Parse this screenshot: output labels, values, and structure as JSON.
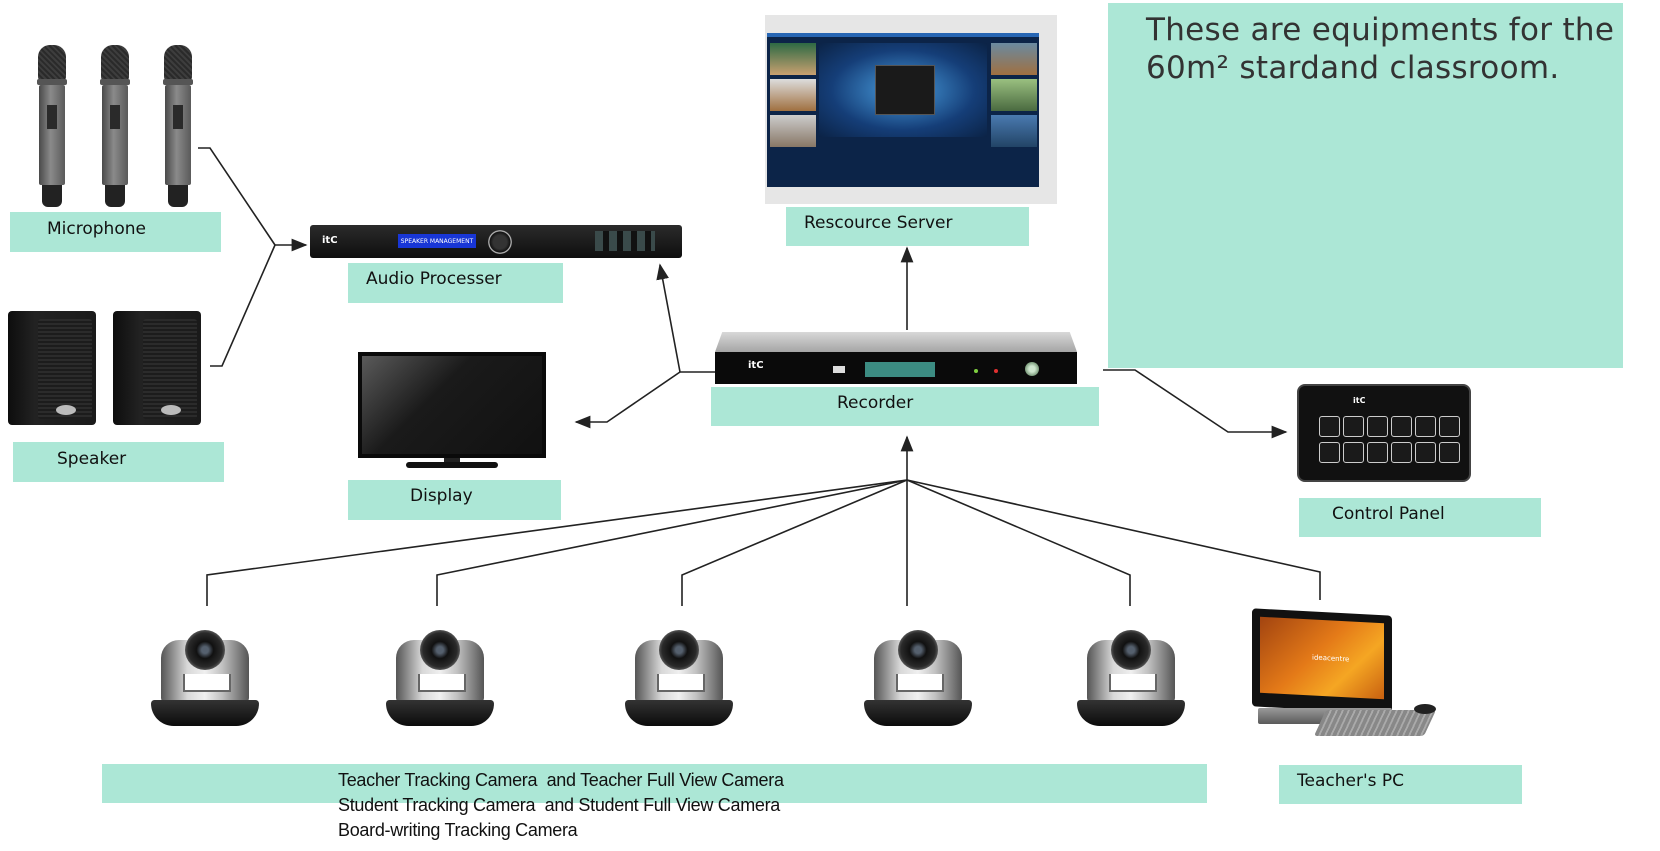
{
  "note": {
    "line1": "These are equipments for the",
    "line2": "60m² stardand classroom."
  },
  "labels": {
    "microphone": "Microphone",
    "speaker": "Speaker",
    "audio_processor": "Audio Processer",
    "display": "Display",
    "resource_server": "Rescource Server",
    "recorder": "Recorder",
    "control_panel": "Control Panel",
    "teachers_pc": "Teacher's PC",
    "cameras": [
      "Teacher Tracking Camera  and Teacher Full View Camera",
      "Student Tracking Camera  and Student Full View Camera",
      "Board-writing Tracking Camera"
    ]
  },
  "device_text": {
    "audio_processor_lcd": "SPEAKER MANAGEMENT",
    "brand": "itC",
    "pc_brand": "ideacentre"
  },
  "colors": {
    "label_bg": "#ace7d6",
    "wire": "#222222"
  }
}
